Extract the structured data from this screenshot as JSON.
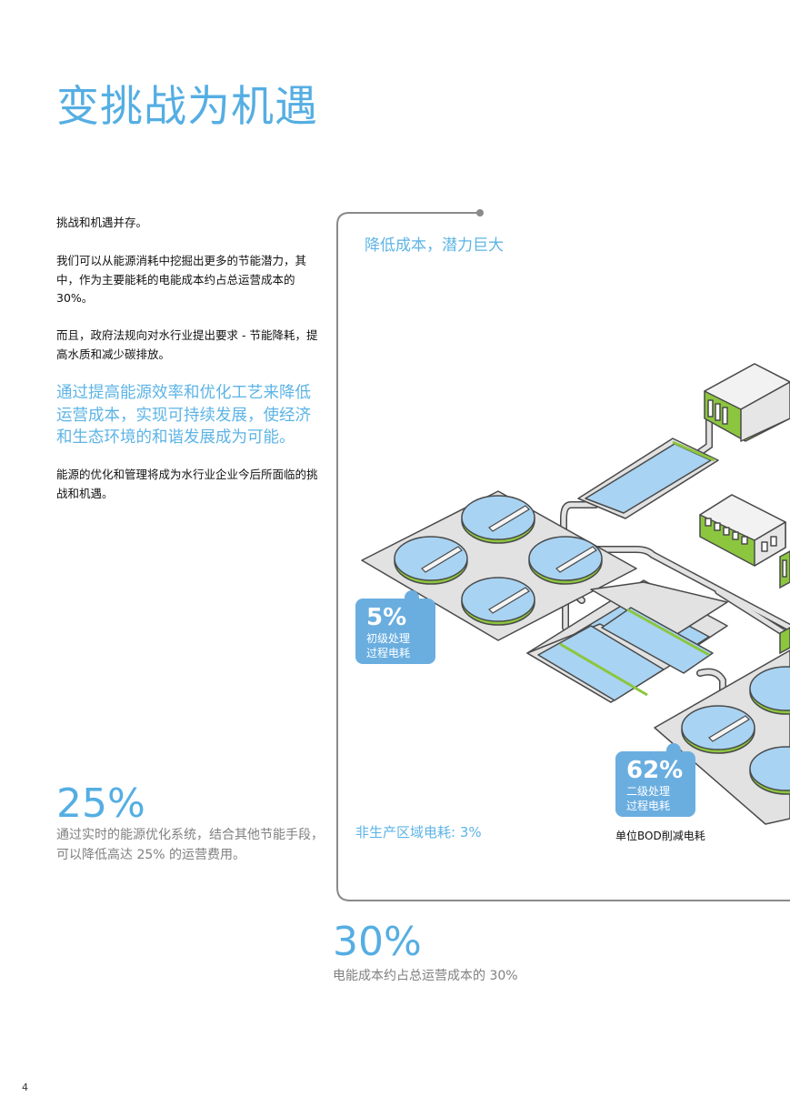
{
  "title": "变挑战为机遇",
  "intro": {
    "p1": "挑战和机遇并存。",
    "p2": "我们可以从能源消耗中挖掘出更多的节能潜力，其中，作为主要能耗的电能成本约占总运营成本的 30%。",
    "p3": "而且，政府法规向对水行业提出要求 - 节能降耗，提高水质和减少碳排放。",
    "highlight": "通过提高能源效率和优化工艺来降低运营成本，实现可持续发展，使经济和生态环境的和谐发展成为可能。",
    "p4": "能源的优化和管理将成为水行业企业今后所面临的挑战和机遇。"
  },
  "stat_25": {
    "value": "25%",
    "desc": "通过实时的能源优化系统，结合其他节能手段，可以降低高达 25% 的运营费用。"
  },
  "stat_30": {
    "value": "30%",
    "desc": "电能成本约占总运营成本的 30%"
  },
  "panel": {
    "heading": "降低成本，潜力巨大",
    "primary": {
      "value": "5%",
      "line1": "初级处理",
      "line2": "过程电耗"
    },
    "secondary": {
      "value": "62%",
      "line1": "二级处理",
      "line2": "过程电耗"
    },
    "non_production": "非生产区域电耗: 3%",
    "bod_caption": "单位BOD削减电耗"
  },
  "page_number": "4",
  "colors": {
    "accent": "#55aee3",
    "bubble": "#6aaee0",
    "green": "#8cc63f",
    "water": "#a9d3f2",
    "slab": "#e2e2e2",
    "outline": "#4a4a4a"
  }
}
